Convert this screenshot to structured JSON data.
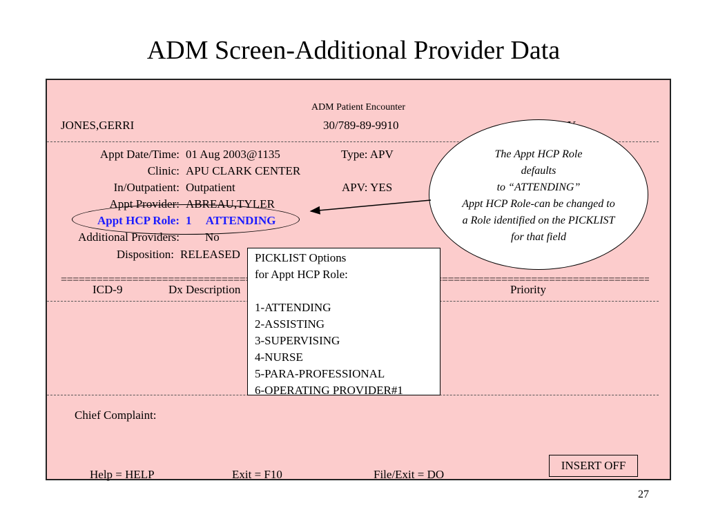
{
  "slide": {
    "title": "ADM Screen-Additional Provider Data",
    "page_number": "27"
  },
  "screen": {
    "header": "ADM Patient Encounter",
    "patient_name": "JONES,GERRI",
    "patient_id": "30/789-89-9910",
    "trailing_mark": "Y",
    "fields": {
      "appt_datetime_label": "Appt Date/Time:",
      "appt_datetime_value": "01 Aug 2003@1135",
      "type_label": "Type: APV",
      "clinic_label": "Clinic:",
      "clinic_value": "APU CLARK CENTER",
      "inout_label": "In/Outpatient:",
      "inout_value": "Outpatient",
      "apv_label": "APV: YES",
      "provider_label": "Appt Provider:",
      "provider_value": "ABREAU,TYLER",
      "hcp_role_label": "Appt HCP Role:",
      "hcp_role_value": "1     ATTENDING",
      "additional_label": "Additional Providers:",
      "additional_value": "No",
      "disposition_label": "Disposition:",
      "disposition_value": "RELEASED"
    },
    "equals_rule": "======================================================================================================",
    "columns": {
      "icd9": "ICD-9",
      "dx_description": "Dx Description",
      "priority": "Priority"
    },
    "chief_complaint_label": "Chief Complaint:",
    "footer": {
      "help": "Help  = HELP",
      "exit": "Exit  =  F10",
      "file_exit": "File/Exit  =  DO"
    },
    "insert_status": "INSERT OFF"
  },
  "picklist": {
    "title_line1": "PICKLIST Options",
    "title_line2": "for Appt HCP Role:",
    "options": [
      "1-ATTENDING",
      "2-ASSISTING",
      "3-SUPERVISING",
      "4-NURSE",
      "5-PARA-PROFESSIONAL",
      "6-OPERATING PROVIDER#1"
    ]
  },
  "note": {
    "line1": "The Appt HCP Role",
    "line2": "defaults",
    "line3": "to “ATTENDING”",
    "line4": "Appt HCP Role-can be changed to",
    "line5": "a Role identified on the PICKLIST",
    "line6": "for that field"
  },
  "colors": {
    "panel_bg": "#fccccc",
    "highlight_text": "#1c1cff"
  }
}
